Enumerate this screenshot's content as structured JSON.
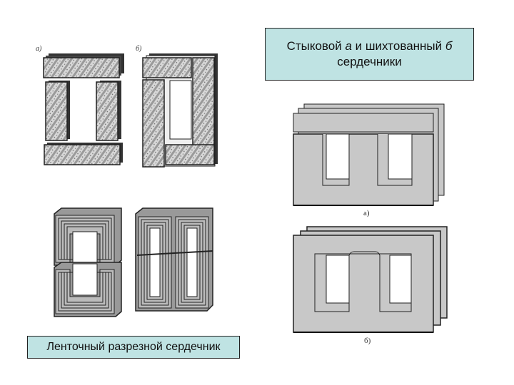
{
  "title_box": {
    "line1_part1": "Стыковой ",
    "line1_a": "а",
    "line1_part2": " и шихтованный ",
    "line1_b": "б",
    "line2": "сердечники"
  },
  "caption_box": {
    "text": "Ленточный разрезной сердечник"
  },
  "top_left_figures": {
    "label_a": "а)",
    "label_b": "б)"
  },
  "right_figures": {
    "label_a": "а)",
    "label_b": "б)"
  },
  "colors": {
    "box_bg": "#bfe3e3",
    "core_gray": "#c8c8c8",
    "outline": "#222222"
  }
}
